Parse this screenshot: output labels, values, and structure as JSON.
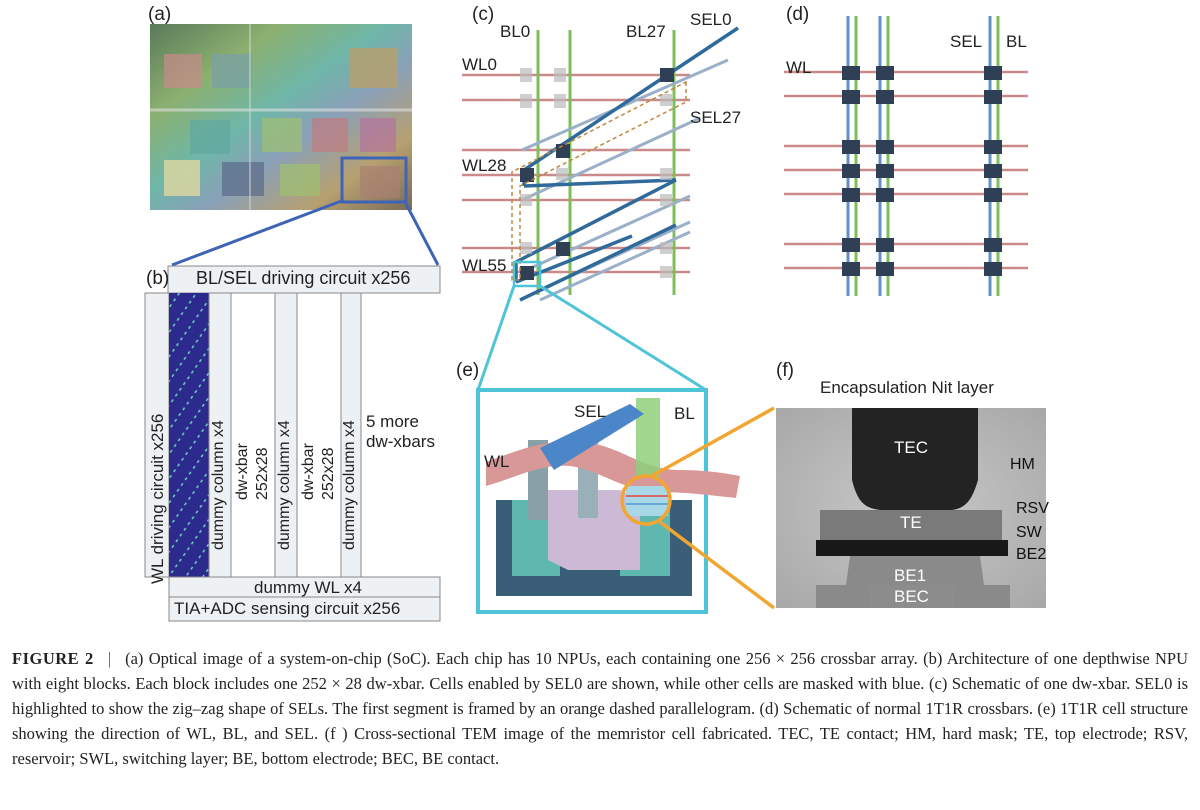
{
  "panels": {
    "a": {
      "label": "(a)"
    },
    "b": {
      "label": "(b)",
      "top_bar": "BL/SEL driving circuit x256",
      "left_bar": "WL driving circuit x256",
      "columns": [
        "dummy column x4",
        "dw-xbar",
        "252x28",
        "dummy column x4",
        "dw-xbar",
        "252x28",
        "dummy column x4"
      ],
      "more_1": "5 more",
      "more_2": "dw-xbars",
      "bottom_bar_1": "dummy WL x4",
      "bottom_bar_2": "TIA+ADC sensing circuit x256"
    },
    "c": {
      "label": "(c)",
      "bl0": "BL0",
      "bl27": "BL27",
      "sel0": "SEL0",
      "sel27": "SEL27",
      "wl0": "WL0",
      "wl28": "WL28",
      "wl55": "WL55"
    },
    "d": {
      "label": "(d)",
      "sel": "SEL",
      "bl": "BL",
      "wl": "WL"
    },
    "e": {
      "label": "(e)",
      "sel": "SEL",
      "bl": "BL",
      "wl": "WL"
    },
    "f": {
      "label": "(f)",
      "encap": "Encapsulation Nit layer",
      "tec": "TEC",
      "hm": "HM",
      "rsv": "RSV",
      "te": "TE",
      "sw": "SW",
      "be2": "BE2",
      "be1": "BE1",
      "bec": "BEC"
    }
  },
  "caption": {
    "figure_label": "FIGURE 2",
    "separator": "|",
    "text": "(a) Optical image of a system-on-chip (SoC). Each chip has 10 NPUs, each containing one 256 × 256 crossbar array. (b) Architecture of one depthwise NPU with eight blocks. Each block includes one 252 × 28 dw-xbar. Cells enabled by SEL0 are shown, while other cells are masked with blue. (c) Schematic of one dw-xbar. SEL0 is highlighted to show the zig–zag shape of SELs. The first segment is framed by an orange dashed parallelogram. (d) Schematic of normal 1T1R crossbars. (e) 1T1R cell structure showing the direction of WL, BL, and SEL. (f ) Cross-sectional TEM image of the memristor cell fabricated. TEC, TE contact; HM, hard mask; TE, top electrode; RSV, reservoir; SWL, switching layer; BE, bottom electrode; BEC, BE contact."
  },
  "colors": {
    "wl_pink": "#c98a8a",
    "bl_green": "#7dbf5a",
    "sel_blue": "#2f6a9a",
    "sel_light": "#9ab0c8",
    "cyan_frame": "#4fc3d8",
    "orange_frame": "#f2a531",
    "dark_blue_block": "#2c2a8c",
    "box_gray": "#eef1f3"
  }
}
